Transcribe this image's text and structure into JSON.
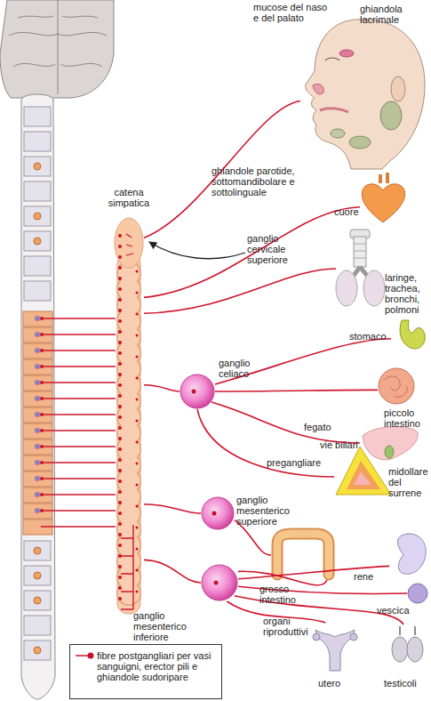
{
  "diagram": {
    "nodes": [
      {
        "text": [
          "mucose del naso e del palato",
          "ghiandola lacrimale",
          "ghiandole parotide, sottomandibolare e sottolinguale"
        ]
      },
      {
        "text": [
          "catena simpatica"
        ]
      },
      {
        "text": [
          "cuore"
        ]
      },
      {
        "text": [
          "laringe, trachea, bronchi, polmoni"
        ]
      },
      {
        "text": [
          "stomaco"
        ]
      },
      {
        "text": [
          "ganglio celiaco"
        ]
      },
      {
        "text": [
          "piccolo intestino"
        ]
      },
      {
        "text": [
          "fegato",
          "vie biliari"
        ]
      },
      {
        "text": [
          "midollare del surrene"
        ]
      },
      {
        "text": [
          "ganglio mesenterico superiore"
        ]
      },
      {
        "text": [
          "grosso intestino"
        ]
      },
      {
        "text": [
          "rene"
        ]
      },
      {
        "text": [
          "ganglio mesenterico inferiore"
        ]
      },
      {
        "text": [
          "vescica"
        ]
      },
      {
        "text": [
          "organi riproduttivi"
        ]
      },
      {
        "text": [
          "utero"
        ],
        "in": 14
      },
      {
        "text": [
          "testicoli"
        ],
        "in": 14
      }
    ],
    "edges": [
      {
        "from": 1,
        "to": 0,
        "arrow": "none"
      },
      {
        "from": 1,
        "to": 2,
        "arrow": "none"
      },
      {
        "from": 1,
        "to": 3,
        "arrow": "none"
      },
      {
        "from": 1,
        "to": 5,
        "arrow": "none"
      },
      {
        "from": 5,
        "to": 4,
        "arrow": "none"
      },
      {
        "from": 5,
        "to": 6,
        "arrow": "none"
      },
      {
        "from": 5,
        "to": 7,
        "arrow": "none"
      },
      {
        "from": 5,
        "to": 8,
        "label": "pregangliare",
        "arrow": "none"
      },
      {
        "from": 1,
        "to": 9,
        "arrow": "none"
      },
      {
        "from": 9,
        "to": 10,
        "arrow": "none"
      },
      {
        "from": 1,
        "to": 12,
        "arrow": "none"
      },
      {
        "from": 12,
        "to": 10,
        "arrow": "none"
      },
      {
        "from": 12,
        "to": 11,
        "arrow": "none"
      },
      {
        "from": 12,
        "to": 13,
        "arrow": "none"
      },
      {
        "from": 12,
        "to": 15,
        "arrow": "none"
      },
      {
        "from": 12,
        "to": 16,
        "arrow": "none"
      }
    ],
    "labels": [
      "ganglio cervicale superiore"
    ],
    "legend": [
      {
        "text": "fibre postgangliari per vasi sanguigni, erector pili e ghiandole sudoripare"
      }
    ]
  }
}
